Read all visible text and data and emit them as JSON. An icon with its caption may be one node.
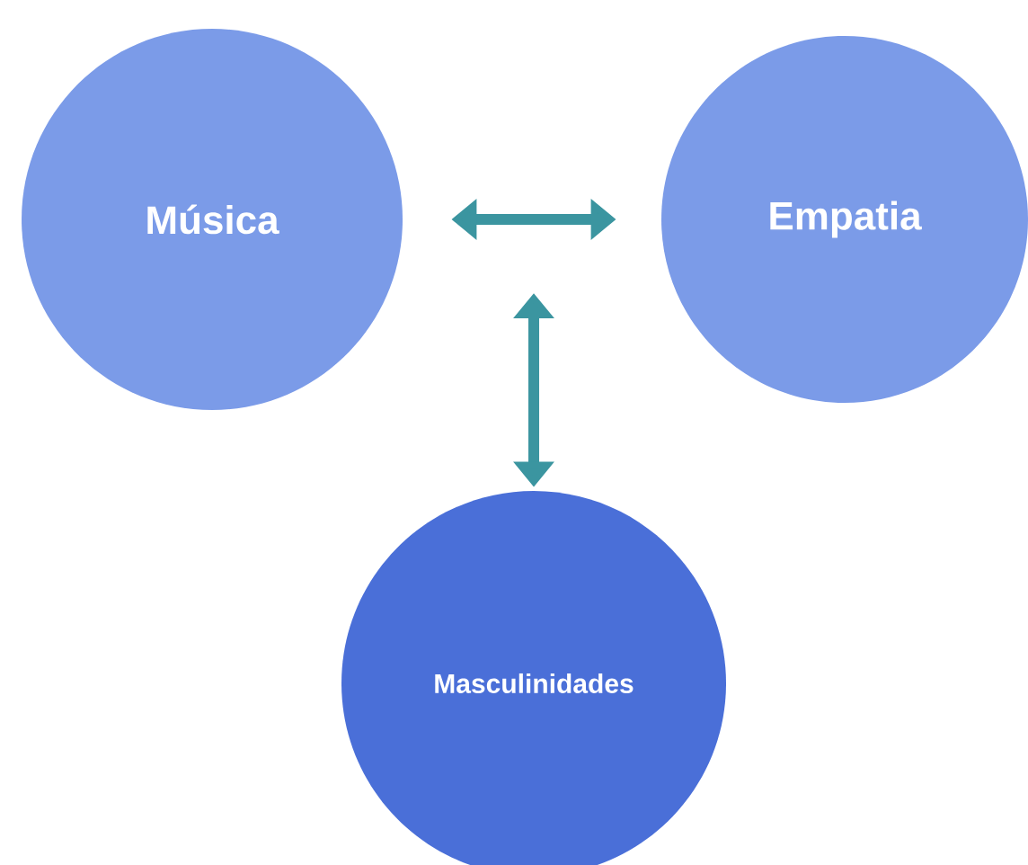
{
  "diagram": {
    "nodes": [
      {
        "text": [
          "Música"
        ]
      },
      {
        "text": [
          "Empatia"
        ]
      },
      {
        "text": [
          "Masculinidades"
        ]
      }
    ],
    "edges": [
      {
        "from": 0,
        "to": 1,
        "arrow": "both"
      },
      {
        "from": null,
        "to": 2,
        "arrow": "both"
      }
    ]
  }
}
